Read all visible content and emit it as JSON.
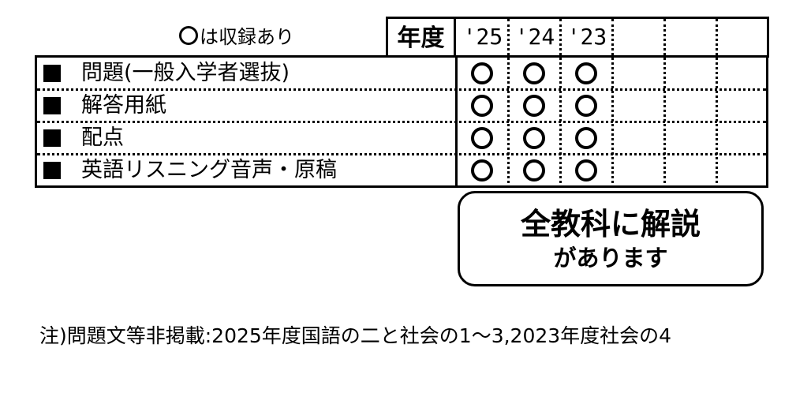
{
  "legend": {
    "symbol": "○",
    "text": "は収録あり"
  },
  "header": {
    "nendo_label": "年度",
    "years": [
      "'25",
      "'24",
      "'23",
      "",
      "",
      ""
    ]
  },
  "rows": [
    {
      "label": "問題(一般入学者選抜)",
      "recorded": [
        true,
        true,
        true,
        false,
        false,
        false
      ]
    },
    {
      "label": "解答用紙",
      "recorded": [
        true,
        true,
        true,
        false,
        false,
        false
      ]
    },
    {
      "label": "配点",
      "recorded": [
        true,
        true,
        true,
        false,
        false,
        false
      ]
    },
    {
      "label": "英語リスニング音声・原稿",
      "recorded": [
        true,
        true,
        true,
        false,
        false,
        false
      ]
    }
  ],
  "callout": {
    "title": "全教科に解説",
    "subtitle": "があります"
  },
  "footnote": "注)問題文等非掲載:2025年度国語の二と社会の1〜3,2023年度社会の4"
}
